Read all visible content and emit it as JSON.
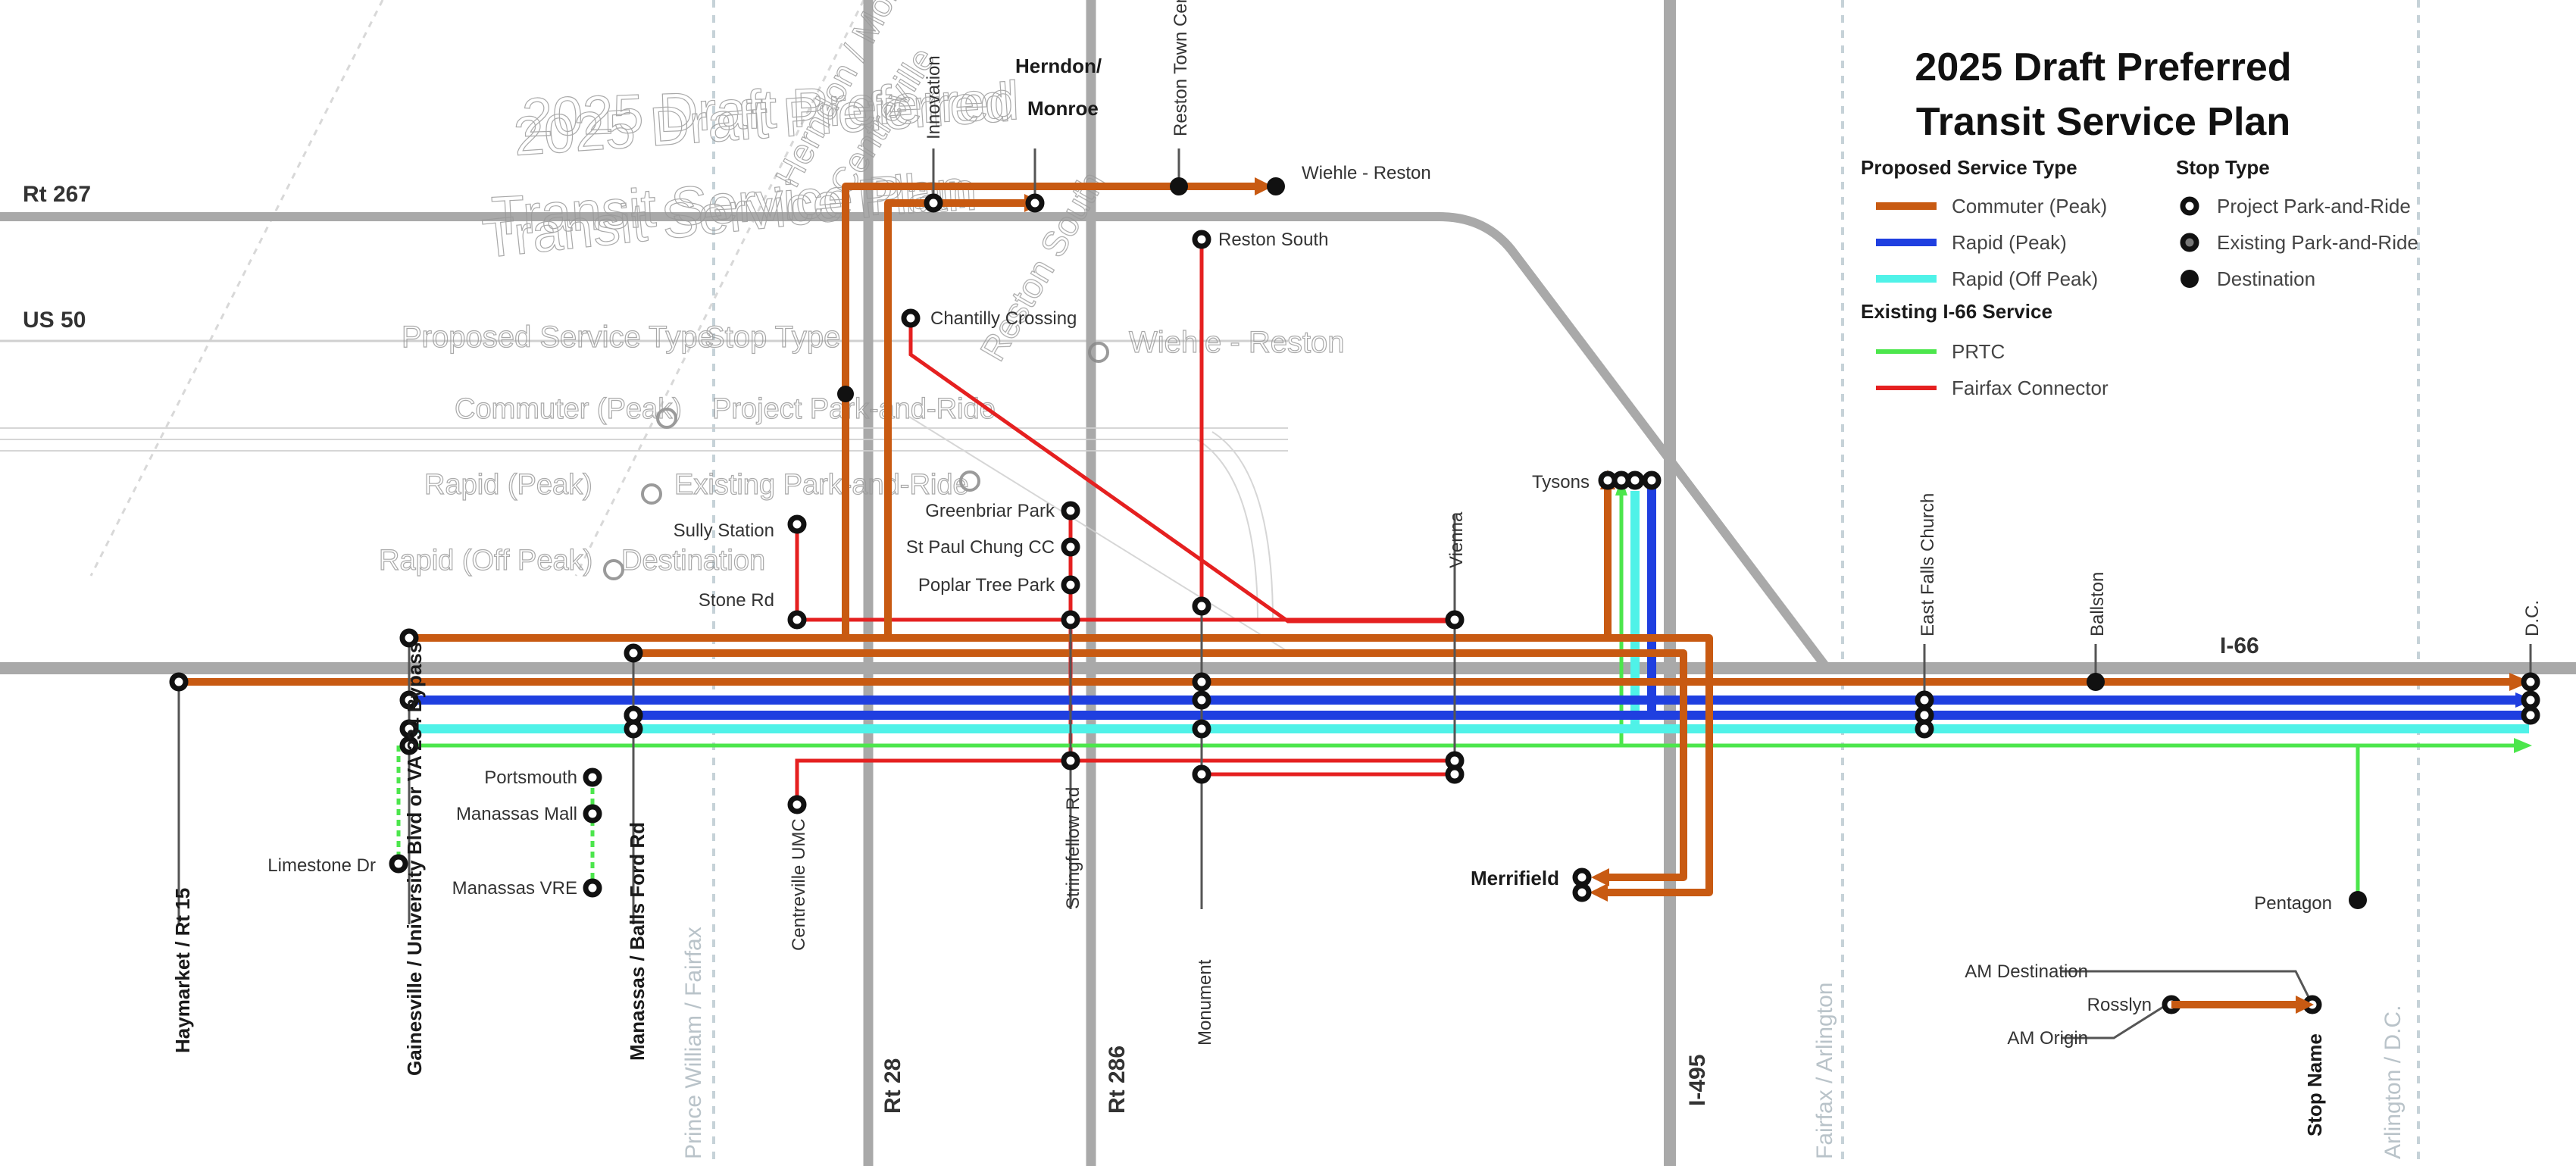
{
  "title": {
    "line1": "2025 Draft Preferred",
    "line2": "Transit Service Plan"
  },
  "ghost_title": {
    "line1": "2025 Draft Preferred",
    "line2": "Transit Service Plan",
    "service_type": "Proposed Service Type",
    "stop_type": "Stop Type",
    "commuter": "Commuter (Peak)",
    "rapid": "Rapid (Peak)",
    "rapid_off": "Rapid (Off Peak)",
    "park_ride": "Project Park-and-Ride",
    "existing": "Existing Park-and-Ride",
    "destination": "Destination",
    "wiehle": "Wiehle - Reston",
    "reston_south": "Reston South",
    "herndon": "Herndon / Monroe",
    "centreville": "Centreville"
  },
  "legend": {
    "service_heading": "Proposed Service Type",
    "stop_heading": "Stop Type",
    "existing_heading": "Existing I-66 Service",
    "services": [
      {
        "label": "Commuter (Peak)",
        "color": "#c85a12"
      },
      {
        "label": "Rapid (Peak)",
        "color": "#1f3fe0"
      },
      {
        "label": "Rapid (Off Peak)",
        "color": "#4ff2e8"
      }
    ],
    "existing": [
      {
        "label": "PRTC",
        "color": "#4ce64c"
      },
      {
        "label": "Fairfax Connector",
        "color": "#e52020"
      }
    ],
    "stops": [
      "Project Park-and-Ride",
      "Existing Park-and-Ride",
      "Destination"
    ]
  },
  "roads": {
    "rt267": "Rt 267",
    "us50": "US 50",
    "rt28": "Rt 28",
    "rt286": "Rt 286",
    "i495": "I-495",
    "i66": "I-66"
  },
  "jurisdictions": {
    "pw_fairfax": "Prince William / Fairfax",
    "fairfax_arlington": "Fairfax / Arlington",
    "arlington_dc": "Arlington / D.C."
  },
  "stops": {
    "haymarket": "Haymarket / Rt 15",
    "gainesville": "Gainesville / University Blvd or VA 234 Bypass",
    "manassas": "Manassas / Balls Ford Rd",
    "centreville_umc": "Centreville UMC",
    "stringfellow": "Stringfellow Rd",
    "monument": "Monument",
    "limestone": "Limestone Dr",
    "portsmouth": "Portsmouth",
    "manassas_mall": "Manassas Mall",
    "manassas_vre": "Manassas VRE",
    "sully": "Sully Station",
    "stone": "Stone Rd",
    "chantilly": "Chantilly Crossing",
    "greenbriar": "Greenbriar Park",
    "st_paul": "St Paul Chung CC",
    "poplar": "Poplar Tree Park",
    "innovation": "Innovation",
    "herndon": "Herndon/",
    "monroe": "Monroe",
    "reston_town": "Reston Town Center",
    "wiehle": "Wiehle - Reston",
    "reston_south": "Reston South",
    "vienna": "Vienna",
    "tysons": "Tysons",
    "merrifield": "Merrifield",
    "east_falls": "East Falls Church",
    "ballston": "Ballston",
    "dc": "D.C.",
    "pentagon": "Pentagon"
  },
  "inset": {
    "am_destination": "AM Destination",
    "am_origin": "AM Origin",
    "roslyn": "Rosslyn",
    "origin_stop": "Stop Name"
  },
  "colors": {
    "commuter": "#c85a12",
    "rapid": "#1f3fe0",
    "rapid_off": "#4ff2e8",
    "prtc": "#4ce64c",
    "fairfax": "#e52020",
    "road": "#a9a9a9",
    "juris": "#c6d2d8"
  }
}
